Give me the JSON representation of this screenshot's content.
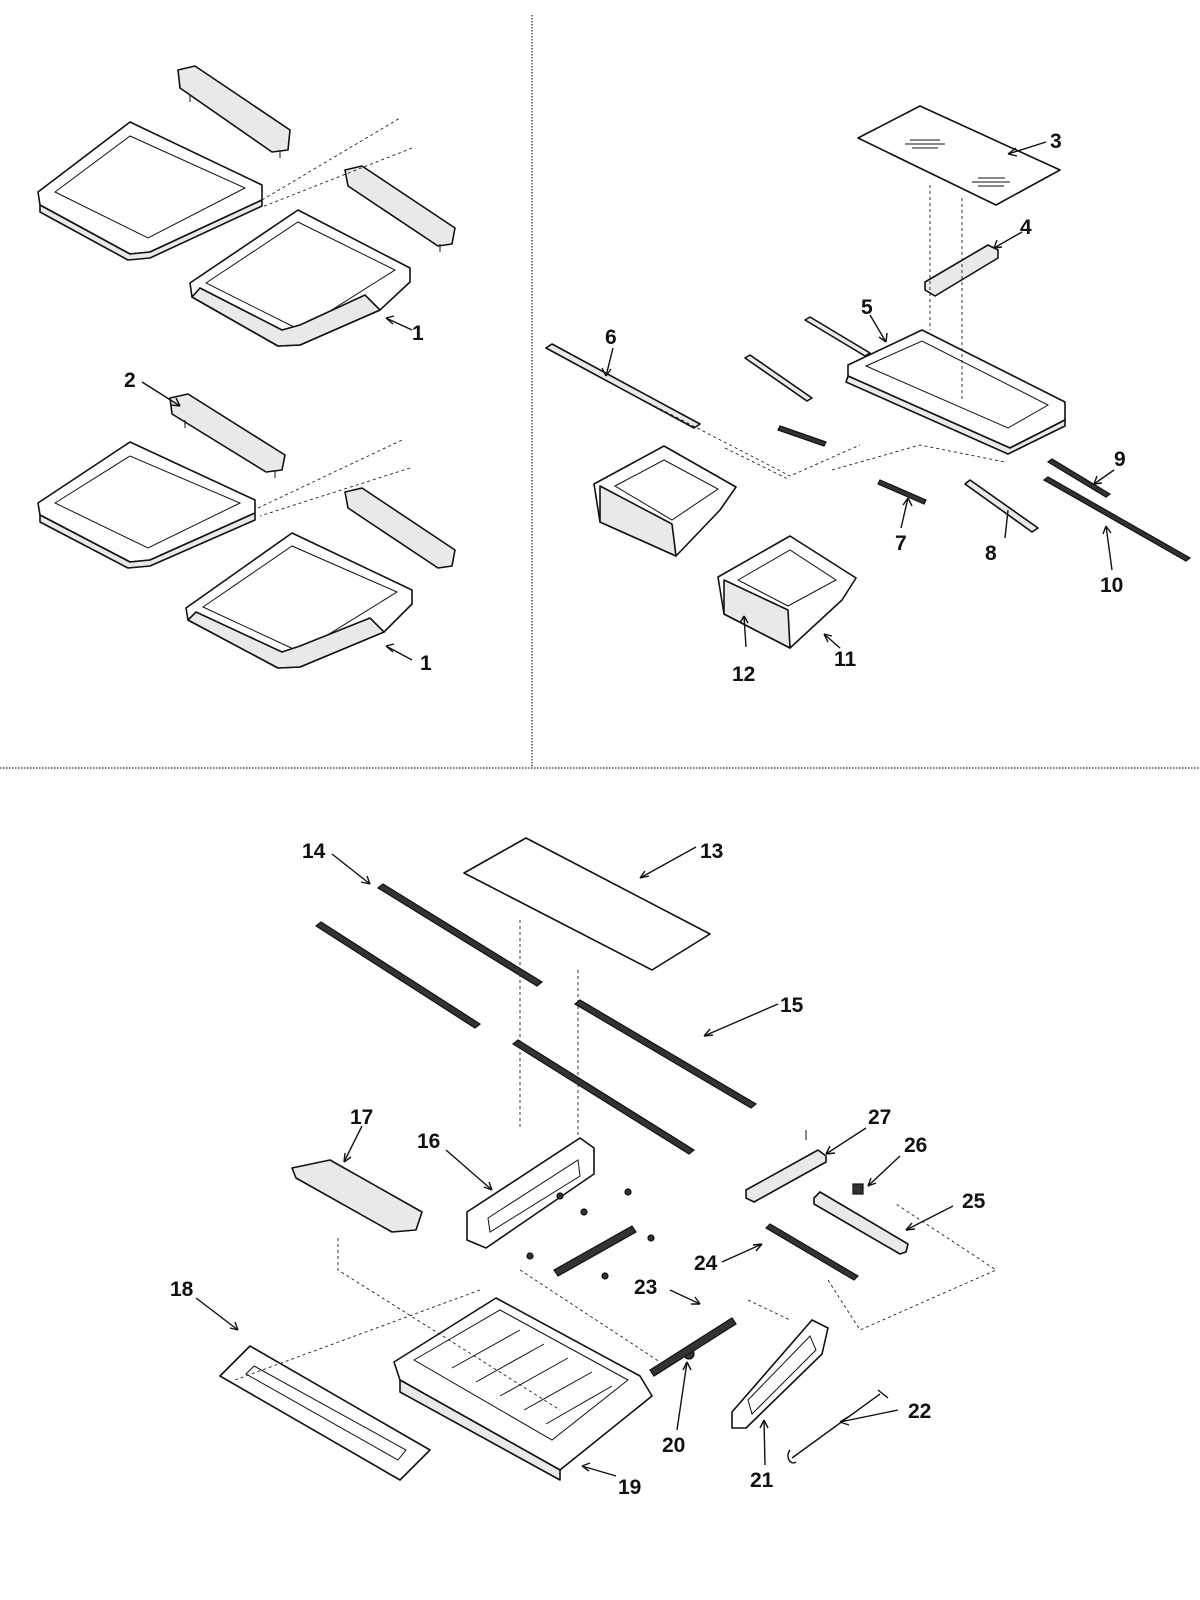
{
  "callouts": [
    {
      "id": "c1a",
      "label": "1"
    },
    {
      "id": "c1b",
      "label": "1"
    },
    {
      "id": "c2",
      "label": "2"
    },
    {
      "id": "c3",
      "label": "3"
    },
    {
      "id": "c4",
      "label": "4"
    },
    {
      "id": "c5",
      "label": "5"
    },
    {
      "id": "c6",
      "label": "6"
    },
    {
      "id": "c7",
      "label": "7"
    },
    {
      "id": "c8",
      "label": "8"
    },
    {
      "id": "c9",
      "label": "9"
    },
    {
      "id": "c10",
      "label": "10"
    },
    {
      "id": "c11",
      "label": "11"
    },
    {
      "id": "c12",
      "label": "12"
    },
    {
      "id": "c13",
      "label": "13"
    },
    {
      "id": "c14",
      "label": "14"
    },
    {
      "id": "c15",
      "label": "15"
    },
    {
      "id": "c16",
      "label": "16"
    },
    {
      "id": "c17",
      "label": "17"
    },
    {
      "id": "c18",
      "label": "18"
    },
    {
      "id": "c19",
      "label": "19"
    },
    {
      "id": "c20",
      "label": "20"
    },
    {
      "id": "c21",
      "label": "21"
    },
    {
      "id": "c22",
      "label": "22"
    },
    {
      "id": "c23",
      "label": "23"
    },
    {
      "id": "c24",
      "label": "24"
    },
    {
      "id": "c25",
      "label": "25"
    },
    {
      "id": "c26",
      "label": "26"
    },
    {
      "id": "c27",
      "label": "27"
    }
  ]
}
